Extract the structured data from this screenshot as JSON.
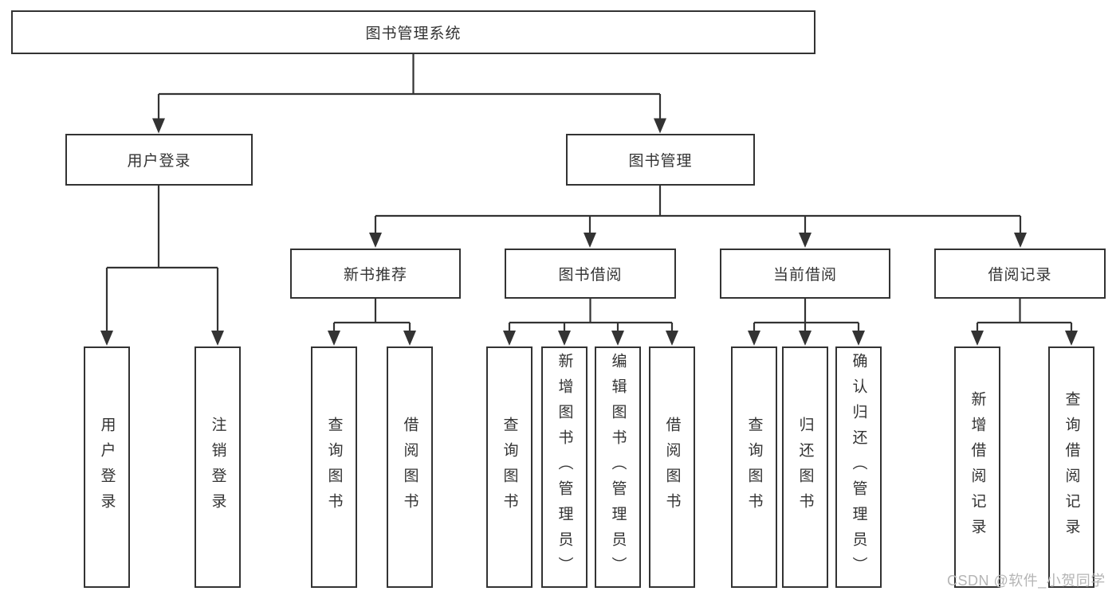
{
  "tree": {
    "label": "图书管理系统",
    "children": [
      {
        "label": "用户登录",
        "children": [
          {
            "label": "用户登录"
          },
          {
            "label": "注销登录"
          }
        ]
      },
      {
        "label": "图书管理",
        "children": [
          {
            "label": "新书推荐",
            "children": [
              {
                "label": "查询图书"
              },
              {
                "label": "借阅图书"
              }
            ]
          },
          {
            "label": "图书借阅",
            "children": [
              {
                "label": "查询图书"
              },
              {
                "label": "新增图书（管理员）"
              },
              {
                "label": "编辑图书（管理员）"
              },
              {
                "label": "借阅图书"
              }
            ]
          },
          {
            "label": "当前借阅",
            "children": [
              {
                "label": "查询图书"
              },
              {
                "label": "归还图书"
              },
              {
                "label": "确认归还（管理员）"
              }
            ]
          },
          {
            "label": "借阅记录",
            "children": [
              {
                "label": "新增借阅记录"
              },
              {
                "label": "查询借阅记录"
              }
            ]
          }
        ]
      }
    ]
  },
  "watermark": {
    "text": "CSDN @软件_小贺同学"
  },
  "colors": {
    "line": "#333333",
    "box_border": "#333333",
    "text": "#333333",
    "background": "#ffffff",
    "watermark": "#b5b5b5"
  }
}
